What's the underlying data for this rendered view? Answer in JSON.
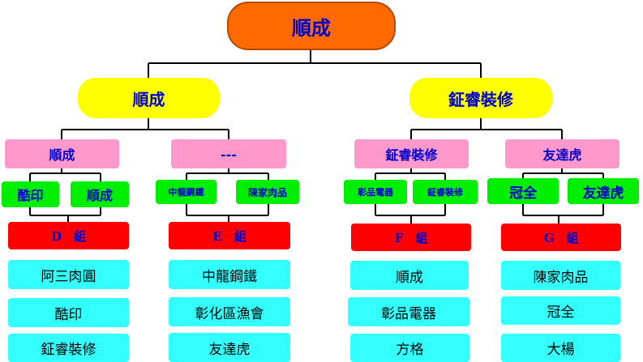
{
  "root": "順成",
  "level1": {
    "left": "順成",
    "right": "鉦睿裝修"
  },
  "level2": [
    "順成",
    "---",
    "鉦睿裝修",
    "友達虎"
  ],
  "leaves": [
    "酷印",
    "順成",
    "中龍鋼鐵",
    "陳家肉品",
    "彰品電器",
    "鉦睿裝修",
    "冠全",
    "友達虎"
  ],
  "groups": [
    "D　組",
    "E　組",
    "F　組",
    "G　組"
  ],
  "members": [
    [
      "阿三肉圓",
      "酷印",
      "鉦睿裝修"
    ],
    [
      "中龍鋼鐵",
      "彰化區漁會",
      "友達虎"
    ],
    [
      "順成",
      "彰品電器",
      "方格"
    ],
    [
      "陳家肉品",
      "冠全",
      "大楊"
    ]
  ],
  "colors": {
    "root_fill": "#ff6a00",
    "level1_fill": "#ffff00",
    "level2_fill": "#ff99cc",
    "leaf_fill": "#00ee00",
    "group_fill": "#ff0000",
    "member_fill": "#33ffff",
    "label_text": "#0000cc"
  }
}
